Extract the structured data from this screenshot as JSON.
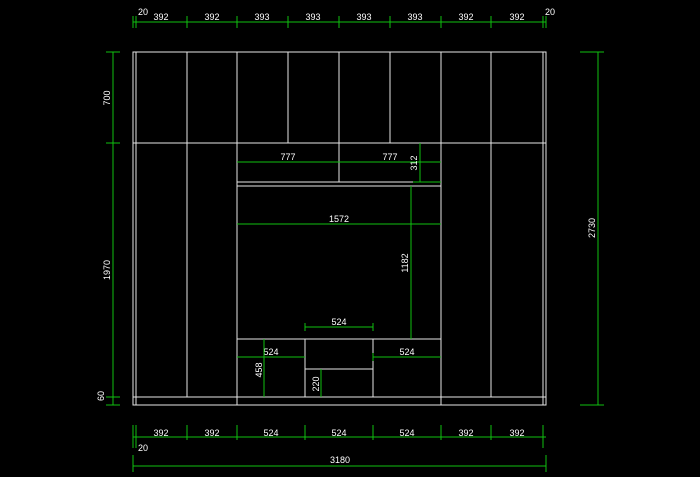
{
  "drawing": {
    "background": "#000000",
    "line_color": "#e6e6e6",
    "dim_color": "#10c010",
    "text_color": "#ffffff",
    "top_dims": [
      "20",
      "392",
      "392",
      "393",
      "393",
      "393",
      "393",
      "392",
      "392",
      "20"
    ],
    "bottom_dims": [
      "20",
      "392",
      "392",
      "524",
      "524",
      "524",
      "392",
      "392"
    ],
    "overall_width": "3180",
    "left_dims": [
      "700",
      "1970",
      "60"
    ],
    "overall_height": "2730",
    "inner_dims": {
      "drawer_left_width": "777",
      "drawer_right_width": "777",
      "drawer_height": "312",
      "tv_opening_width": "1572",
      "tv_opening_height": "1182",
      "shelf_width": "524",
      "lower_left_width": "524",
      "lower_left_height": "458",
      "lower_center_height": "220",
      "lower_right_width": "524"
    }
  }
}
